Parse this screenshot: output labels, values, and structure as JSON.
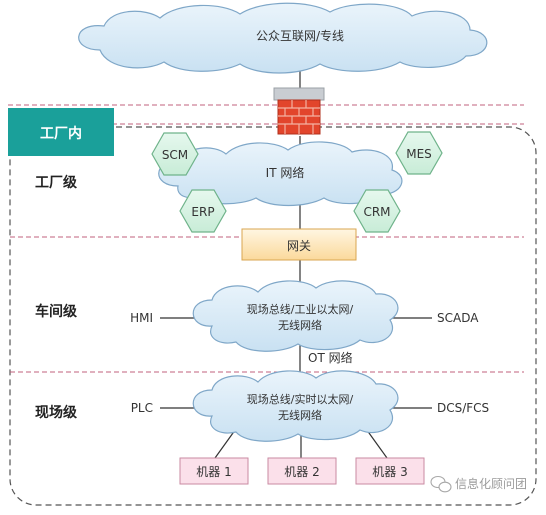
{
  "internet": {
    "label": "公众互联网/专线"
  },
  "factory": {
    "tab_label": "工厂内"
  },
  "levels": {
    "factory_level": "工厂级",
    "workshop_level": "车间级",
    "field_level": "现场级"
  },
  "it_network": {
    "label": "IT 网络",
    "systems": [
      "SCM",
      "MES",
      "ERP",
      "CRM"
    ]
  },
  "gateway": {
    "label": "网关"
  },
  "workshop_cloud": {
    "line1": "现场总线/工业以太网/",
    "line2": "无线网络",
    "left_node": "HMI",
    "right_node": "SCADA"
  },
  "ot_network": {
    "label": "OT 网络"
  },
  "field_cloud": {
    "line1": "现场总线/实时以太网/",
    "line2": "无线网络",
    "left_node": "PLC",
    "right_node": "DCS/FCS"
  },
  "machines": [
    "机器 1",
    "机器 2",
    "机器 3"
  ],
  "watermark": {
    "text": "信息化顾问团"
  },
  "colors": {
    "cloud_fill": "#d6e9f6",
    "cloud_stroke": "#7fa7c8",
    "hexagon_fill": "#d6f2e2",
    "hexagon_stroke": "#6fb38a",
    "tab_fill": "#1aa09a",
    "gateway_fill": "#fde9c0",
    "machine_fill": "#fbe0ea",
    "divider": "#c0607c"
  }
}
